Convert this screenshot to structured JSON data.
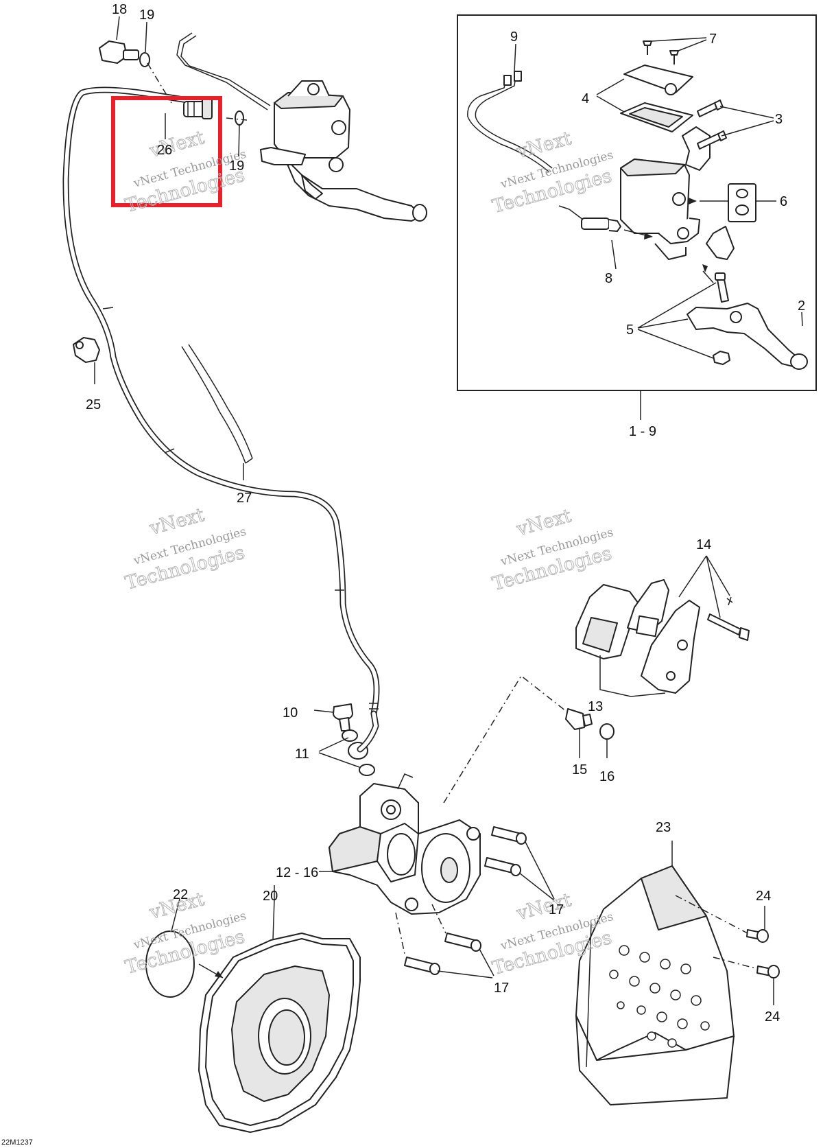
{
  "diagram_code": "22M1237",
  "watermark": {
    "line1": "vNext",
    "line2": "vNext Technologies",
    "line3": "Technologies"
  },
  "highlight_color": "#e8202a",
  "labels": {
    "l18": "18",
    "l19a": "19",
    "l26": "26",
    "l19b": "19",
    "l25": "25",
    "l27": "27",
    "l9": "9",
    "l7": "7",
    "l4": "4",
    "l3": "3",
    "l6": "6",
    "l8": "8",
    "l2": "2",
    "l5": "5",
    "l1_9": "1 - 9",
    "l14": "14",
    "l13": "13",
    "l10": "10",
    "l11": "11",
    "l15": "15",
    "l16": "16",
    "l12_16": "12 - 16",
    "l17a": "17",
    "l17b": "17",
    "l23": "23",
    "l24a": "24",
    "l24b": "24",
    "l22": "22",
    "l20": "20"
  }
}
